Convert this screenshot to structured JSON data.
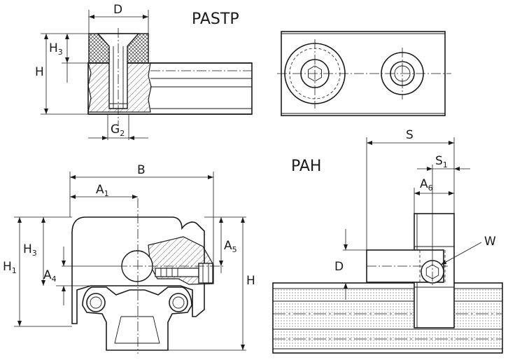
{
  "labels": {
    "top_left_title": "PASTP",
    "top_left_D": "D",
    "top_left_H3": "H",
    "top_left_H3_sub": "3",
    "top_left_H": "H",
    "top_left_G2": "G",
    "top_left_G2_sub": "2",
    "bottom_left_B": "B",
    "bottom_left_A1": "A",
    "bottom_left_A1_sub": "1",
    "bottom_left_H1": "H",
    "bottom_left_H1_sub": "1",
    "bottom_left_H3": "H",
    "bottom_left_H3_sub": "3",
    "bottom_left_A4": "A",
    "bottom_left_A4_sub": "4",
    "bottom_left_A5": "A",
    "bottom_left_A5_sub": "5",
    "bottom_left_H": "H",
    "right_title": "PAH",
    "right_S": "S",
    "right_S1": "S",
    "right_S1_sub": "1",
    "right_A6": "A",
    "right_A6_sub": "6",
    "right_W": "W",
    "right_D": "D"
  }
}
